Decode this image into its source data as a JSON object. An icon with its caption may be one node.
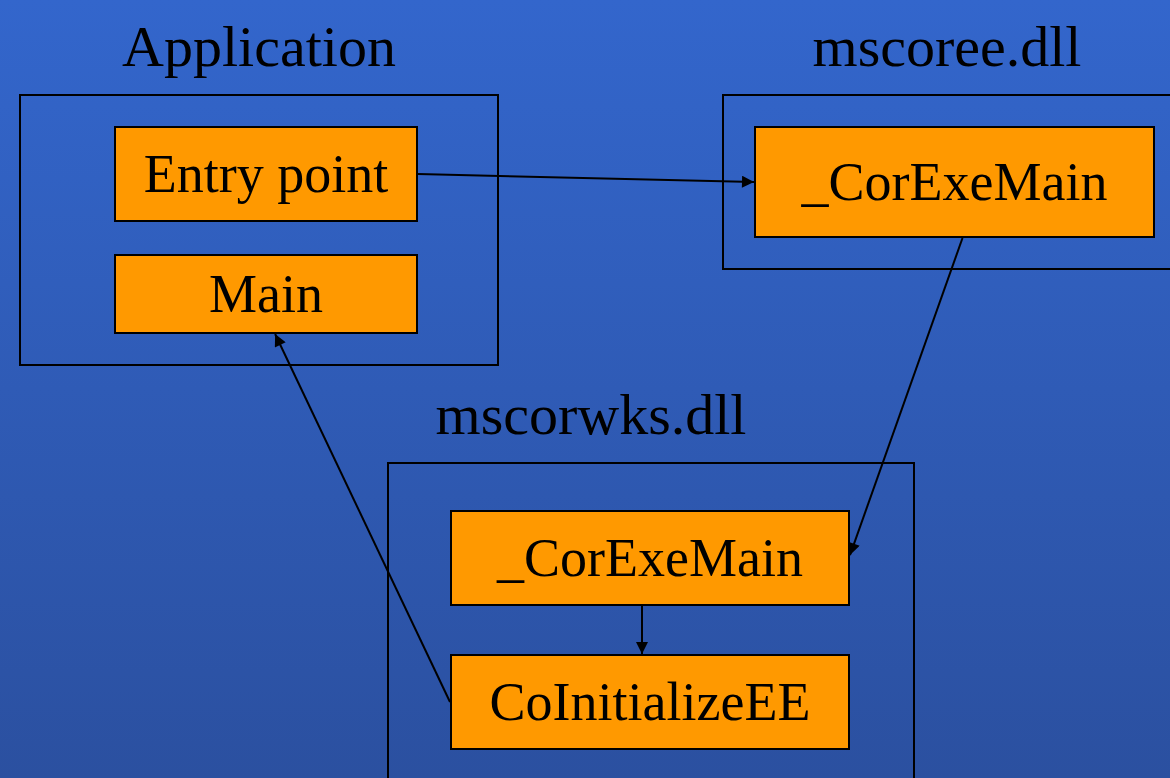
{
  "diagram": {
    "nodes": [
      {
        "text": [
          "Application"
        ]
      },
      {
        "text": [
          "Entry point"
        ],
        "in": 0
      },
      {
        "text": [
          "Main"
        ],
        "in": 0
      },
      {
        "text": [
          "mscoree.dll"
        ]
      },
      {
        "text": [
          "_CorExeMain"
        ],
        "in": 3
      },
      {
        "text": [
          "mscorwks.dll"
        ]
      },
      {
        "text": [
          "_CorExeMain"
        ],
        "in": 5
      },
      {
        "text": [
          "CoInitializeEE"
        ],
        "in": 5
      }
    ],
    "edges": [
      {
        "from": 1,
        "to": 4,
        "arrow": "to"
      },
      {
        "from": 4,
        "to": 6,
        "arrow": "to"
      },
      {
        "from": 6,
        "to": 7,
        "arrow": "to"
      },
      {
        "from": 7,
        "to": 2,
        "arrow": "to"
      }
    ]
  }
}
